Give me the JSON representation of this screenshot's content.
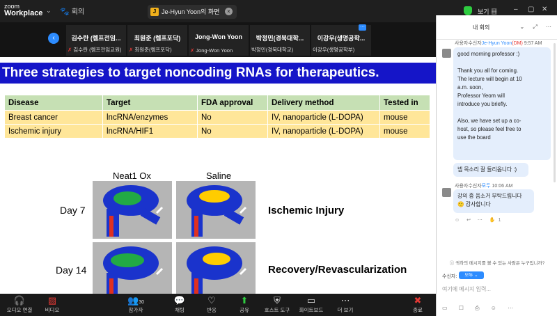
{
  "titlebar": {
    "app_name_small": "zoom",
    "app_name": "Workplace",
    "meeting_label": "회의",
    "share_initial": "J",
    "share_label": "Je-Hyun Yoon의 화면",
    "view_label": "보기"
  },
  "participants": [
    {
      "name": "김수란 (렘프전임...",
      "sub": "김수란 (렘프전임교원)"
    },
    {
      "name": "최원준 (렘프포닥)",
      "sub": "최원준(렘프포닥)"
    },
    {
      "name": "Jong-Won Yoon",
      "sub": "Jong-Won Yoon"
    },
    {
      "name": "박정민(경북대학...",
      "sub": "박정민(경북대학교)"
    },
    {
      "name": "이강우(생명공학...",
      "sub": "이강우(생명공학부)"
    }
  ],
  "slide": {
    "title": "Three strategies to target noncoding RNAs for therapeutics.",
    "table": {
      "headers": [
        "Disease",
        "Target",
        "FDA approval",
        "Delivery method",
        "Tested in"
      ],
      "rows": [
        [
          "Breast cancer",
          "lncRNA/enzymes",
          "No",
          "IV, nanoparticle (L-DOPA)",
          "mouse"
        ],
        [
          "Ischemic injury",
          "lncRNA/HIF1",
          "No",
          "IV, nanoparticle (L-DOPA)",
          "mouse"
        ]
      ]
    },
    "col_neat": "Neat1 Ox",
    "col_saline": "Saline",
    "day7": "Day 7",
    "day14": "Day 14",
    "result1": "Ischemic Injury",
    "result2": "Recovery/Revascularization"
  },
  "toolbar": {
    "audio": "오디오 연결",
    "video": "비디오",
    "participants": "참가자",
    "participants_count": "30",
    "chat": "채팅",
    "reactions": "반응",
    "share": "공유",
    "host_tools": "호스트 도구",
    "whiteboard": "화이트보드",
    "more": "더 보기",
    "end": "종료"
  },
  "chat": {
    "title": "내 회의",
    "msg1_sender_prefix": "사용자수신자",
    "msg1_sender": "Je-Hyun Yoon",
    "msg1_dm": "(DM)",
    "msg1_time": "9:57 AM",
    "msg1_lines": [
      "good morning professor :)",
      "",
      "Thank you all for coming.",
      "The lecture will begin at 10",
      "a.m. soon,",
      "Professor Yeom will",
      "introduce you briefly.",
      "",
      "Also, we have set up a co-",
      "host, so please feel free to",
      "use the board"
    ],
    "msg2": "넵 목소리 잘 들리옵니다 :)",
    "msg3_sender_prefix": "사용자수신자",
    "msg3_to": "모두",
    "msg3_time": "10:06 AM",
    "msg3_lines": [
      "강의 중 음소거 부탁드립니다",
      "🙂 감사합니다"
    ],
    "reaction_count": "1",
    "visibility_note": "귀하의 메시지를 볼 수 있는 사람은 누구입니까?",
    "recipient_label": "수신자:",
    "recipient_value": "모두",
    "input_placeholder": "여기에 메시지 입력..."
  }
}
